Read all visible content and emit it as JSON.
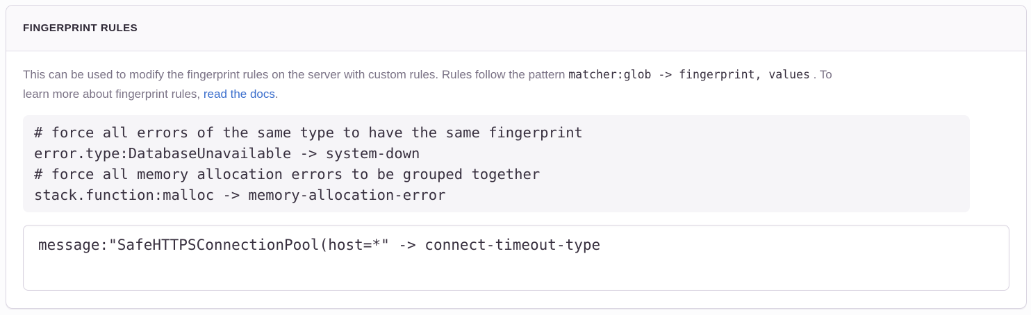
{
  "panel": {
    "title": "FINGERPRINT RULES"
  },
  "description": {
    "intro": "This can be used to modify the fingerprint rules on the server with custom rules. Rules follow the pattern",
    "pattern_code": "matcher:glob -> fingerprint, values",
    "after_code": ". To",
    "line2": "learn more about fingerprint rules,",
    "link_text": "read the docs",
    "after_link": "."
  },
  "example": {
    "code": "# force all errors of the same type to have the same fingerprint\nerror.type:DatabaseUnavailable -> system-down\n# force all memory allocation errors to be grouped together\nstack.function:malloc -> memory-allocation-error"
  },
  "editor": {
    "value": "message:\"SafeHTTPSConnectionPool(host=*\" -> connect-timeout-type"
  },
  "colors": {
    "link_blue": "#3b6ecc",
    "panel_border": "#d9d4e0",
    "header_background": "#faf9fb",
    "code_block_background": "#f6f5f8",
    "heading_text": "#2f2936",
    "body_text": "#7a7285",
    "code_text": "#38303f"
  }
}
